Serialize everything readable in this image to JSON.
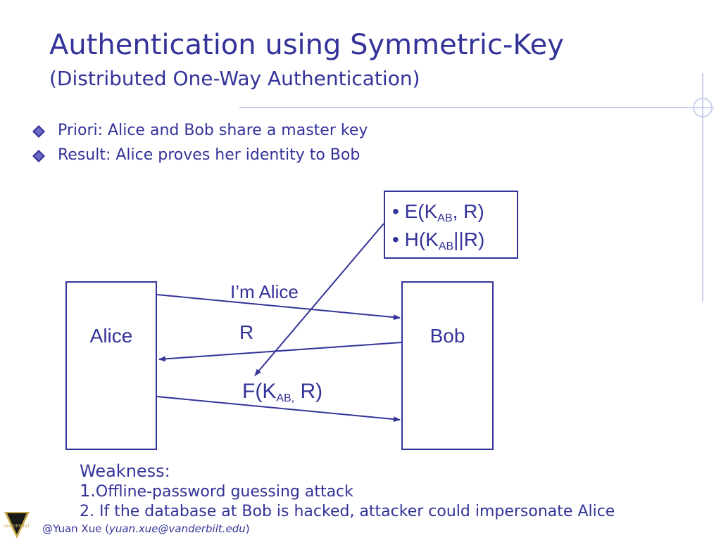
{
  "slide": {
    "title": "Authentication using Symmetric-Key",
    "subtitle": "(Distributed One-Way Authentication)",
    "bullets": [
      "Priori: Alice and Bob share a master key",
      "Result: Alice proves her identity to Bob"
    ]
  },
  "diagram": {
    "alice_label": "Alice",
    "bob_label": "Bob",
    "messages": {
      "m1": "I’m Alice",
      "m2": "R",
      "m3_prefix": "F(K",
      "m3_sub": "AB,",
      "m3_suffix": " R)"
    },
    "functions": [
      {
        "bullet": "• ",
        "prefix": "E(K",
        "sub": "AB",
        "suffix": ", R)"
      },
      {
        "bullet": "• ",
        "prefix": "H(K",
        "sub": "AB",
        "suffix": "||R)"
      }
    ]
  },
  "weakness": {
    "heading": "Weakness:",
    "item1_num": "1.",
    "item1_text": "Offline-password guessing attack",
    "item2": "2. If the database at Bob is hacked, attacker could impersonate Alice"
  },
  "footer": {
    "prefix": "@Yuan Xue (",
    "email": "yuan.xue@vanderbilt.edu",
    "suffix": ")"
  },
  "logo": {
    "letter": "V",
    "text": "VANDERBILT"
  },
  "colors": {
    "primary": "#333399",
    "bullet": "#333399",
    "deco": "#c8d0ec"
  }
}
